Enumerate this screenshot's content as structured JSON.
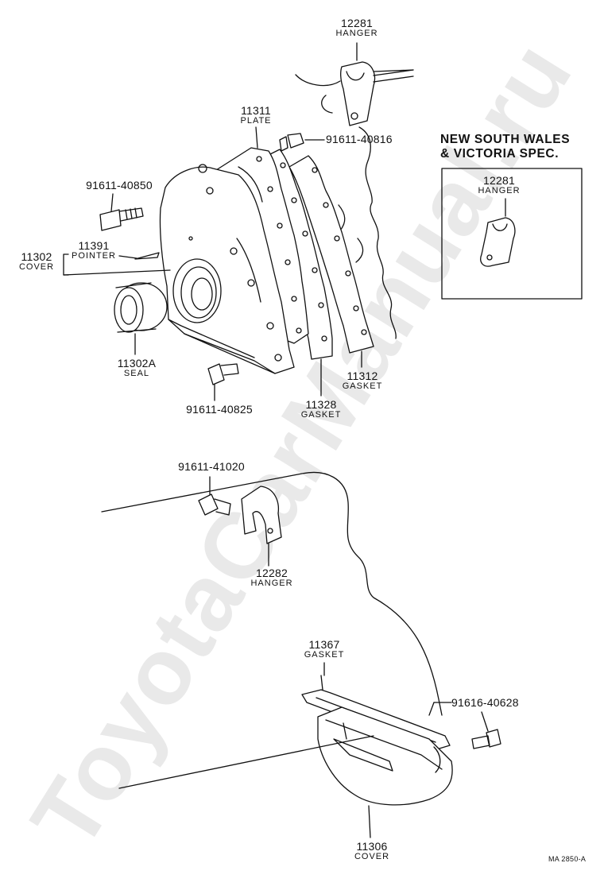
{
  "watermark": "ToyotaCarManual.ru",
  "spec_note": {
    "line1": "NEW SOUTH WALES",
    "line2": "& VICTORIA SPEC."
  },
  "ref_code": "MA  2850-A",
  "labels": {
    "hanger_12281_top": {
      "number": "12281",
      "name": "HANGER"
    },
    "plate_11311": {
      "number": "11311",
      "name": "PLATE"
    },
    "bolt_91611_40816": {
      "number": "91611-40816"
    },
    "hanger_12281_spec": {
      "number": "12281",
      "name": "HANGER"
    },
    "bolt_91611_40850": {
      "number": "91611-40850"
    },
    "pointer_11391": {
      "number": "11391",
      "name": "POINTER"
    },
    "cover_11302": {
      "number": "11302",
      "name": "COVER"
    },
    "seal_11302a": {
      "number": "11302A",
      "name": "SEAL"
    },
    "gasket_11312": {
      "number": "11312",
      "name": "GASKET"
    },
    "gasket_11328": {
      "number": "11328",
      "name": "GASKET"
    },
    "bolt_91611_40825": {
      "number": "91611-40825"
    },
    "bolt_91611_41020": {
      "number": "91611-41020"
    },
    "hanger_12282": {
      "number": "12282",
      "name": "HANGER"
    },
    "gasket_11367": {
      "number": "11367",
      "name": "GASKET"
    },
    "bolt_91616_40628": {
      "number": "91616-40628"
    },
    "cover_11306": {
      "number": "11306",
      "name": "COVER"
    }
  }
}
